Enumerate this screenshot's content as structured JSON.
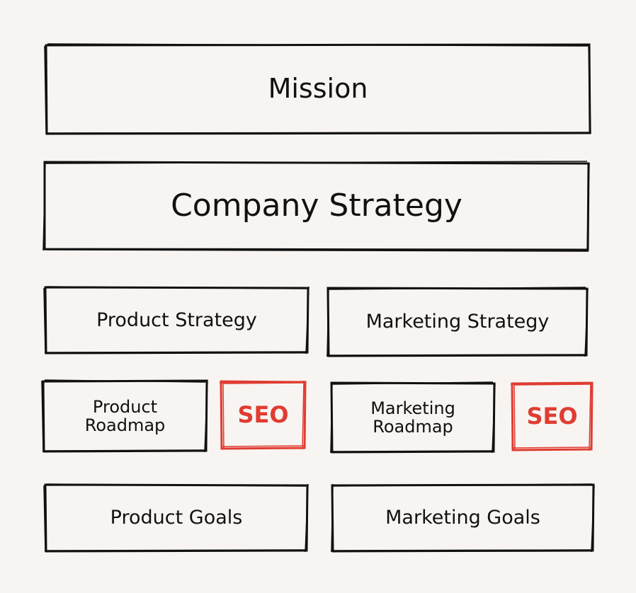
{
  "diagram": {
    "mission": "Mission",
    "company_strategy": "Company Strategy",
    "product_strategy": "Product Strategy",
    "marketing_strategy": "Marketing Strategy",
    "product_roadmap": "Product\nRoadmap",
    "product_seo": "SEO",
    "marketing_roadmap": "Marketing\nRoadmap",
    "marketing_seo": "SEO",
    "product_goals": "Product Goals",
    "marketing_goals": "Marketing Goals"
  },
  "colors": {
    "ink": "#111111",
    "accent": "#e03c31",
    "background": "#f7f4f2"
  }
}
